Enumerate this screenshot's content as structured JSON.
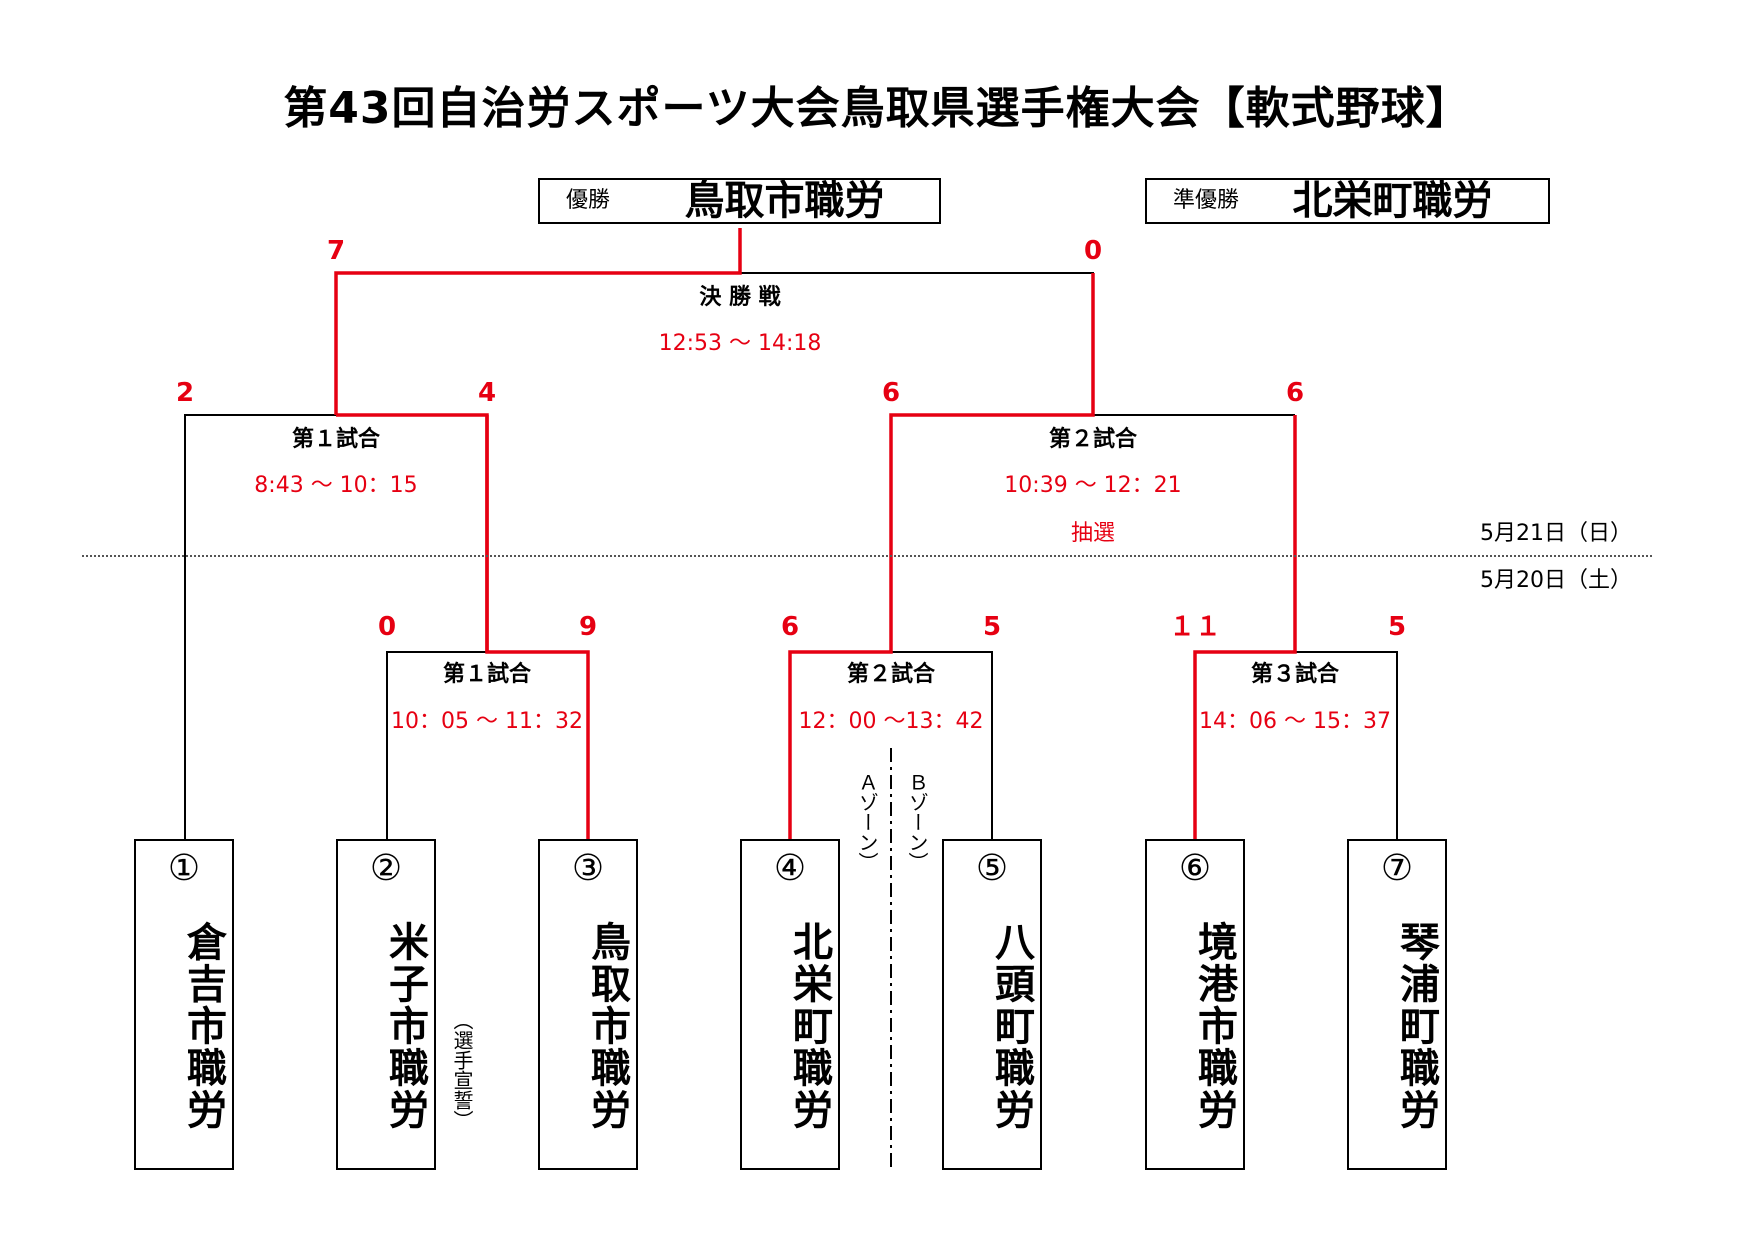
{
  "title": "第43回自治労スポーツ大会鳥取県選手権大会【軟式野球】",
  "results": {
    "winner_label": "優勝",
    "winner": "鳥取市職労",
    "runner_up_label": "準優勝",
    "runner_up": "北栄町職労"
  },
  "dates": {
    "day2": "5月21日（日）",
    "day1": "5月20日（土）"
  },
  "teams": [
    {
      "num": "①",
      "name": "倉吉市職労"
    },
    {
      "num": "②",
      "name": "米子市職労"
    },
    {
      "num": "③",
      "name": "鳥取市職労"
    },
    {
      "num": "④",
      "name": "北栄町職労"
    },
    {
      "num": "⑤",
      "name": "八頭町職労"
    },
    {
      "num": "⑥",
      "name": "境港市職労"
    },
    {
      "num": "⑦",
      "name": "琴浦町職労"
    }
  ],
  "notes": {
    "oath": "（選手宣誓）",
    "zone_a": "Ａゾーン）",
    "zone_b": "Ｂゾーン）",
    "lottery": "抽選"
  },
  "day1_matches": [
    {
      "name": "第１試合",
      "time": "10：05 〜 11：32",
      "score_left": "0",
      "score_right": "9"
    },
    {
      "name": "第２試合",
      "time": "12：00 〜13：42",
      "score_left": "6",
      "score_right": "5"
    },
    {
      "name": "第３試合",
      "time": "14：06 〜 15：37",
      "score_left": "１１",
      "score_right": "5"
    }
  ],
  "day2_matches": [
    {
      "name": "第１試合",
      "time": "8:43 〜 10：15",
      "score_left": "2",
      "score_right": "4"
    },
    {
      "name": "第２試合",
      "time": "10:39 〜 12：21",
      "score_left": "6",
      "score_right": "6"
    }
  ],
  "final": {
    "name": "決 勝 戦",
    "time": "12:53 〜 14:18",
    "score_left": "7",
    "score_right": "0"
  },
  "colors": {
    "win_line": "#e60012",
    "line": "#000000",
    "accent_text": "#e60012"
  }
}
